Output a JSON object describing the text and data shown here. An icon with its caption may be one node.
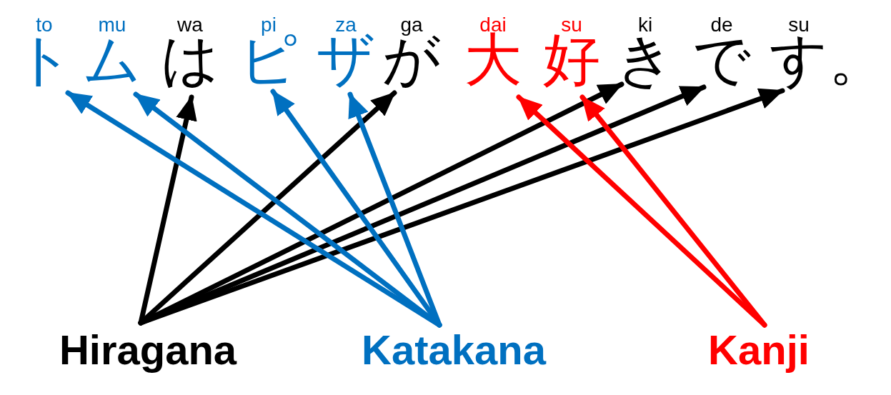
{
  "diagram": {
    "nodes": [
      {
        "text": [
          "ト"
        ],
        "beside": [
          "to"
        ]
      },
      {
        "text": [
          "ム"
        ],
        "beside": [
          "mu"
        ]
      },
      {
        "text": [
          "は"
        ],
        "beside": [
          "wa"
        ]
      },
      {
        "text": [
          "ピ"
        ],
        "beside": [
          "pi"
        ]
      },
      {
        "text": [
          "ザ"
        ],
        "beside": [
          "za"
        ]
      },
      {
        "text": [
          "が"
        ],
        "beside": [
          "ga"
        ]
      },
      {
        "text": [
          "大"
        ],
        "beside": [
          "dai"
        ]
      },
      {
        "text": [
          "好"
        ],
        "beside": [
          "su"
        ]
      },
      {
        "text": [
          "き"
        ],
        "beside": [
          "ki"
        ]
      },
      {
        "text": [
          "で"
        ],
        "beside": [
          "de"
        ]
      },
      {
        "text": [
          "す"
        ],
        "beside": [
          "su"
        ]
      },
      {
        "text": [
          "Hiragana"
        ]
      },
      {
        "text": [
          "Katakana"
        ]
      },
      {
        "text": [
          "Kanji"
        ]
      }
    ],
    "edges": [
      {
        "from": 11,
        "to": 2,
        "arrow": "to"
      },
      {
        "from": 11,
        "to": 5,
        "arrow": "to"
      },
      {
        "from": 11,
        "to": 8,
        "arrow": "to"
      },
      {
        "from": 11,
        "to": 9,
        "arrow": "to"
      },
      {
        "from": 11,
        "to": 10,
        "arrow": "to"
      },
      {
        "from": 12,
        "to": 0,
        "arrow": "to",
        "color": "#0070c0"
      },
      {
        "from": 12,
        "to": 1,
        "arrow": "to",
        "color": "#0070c0"
      },
      {
        "from": 12,
        "to": 3,
        "arrow": "to",
        "color": "#0070c0"
      },
      {
        "from": 12,
        "to": 4,
        "arrow": "to",
        "color": "#0070c0"
      },
      {
        "from": 13,
        "to": 6,
        "arrow": "to",
        "color": "#ff0000"
      },
      {
        "from": 13,
        "to": 7,
        "arrow": "to",
        "color": "#ff0000"
      }
    ],
    "labels": [
      "。"
    ]
  }
}
